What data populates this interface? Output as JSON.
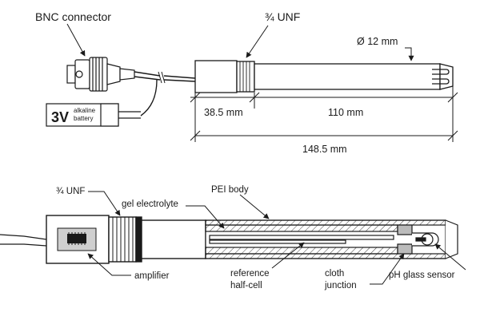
{
  "top": {
    "bnc_label": "BNC connector",
    "thread_label": "¾ UNF",
    "diameter_label": "Ø 12 mm",
    "battery": {
      "voltage": "3V",
      "line1": "alkaline",
      "line2": "battery"
    },
    "dim_cap": "38.5 mm",
    "dim_body": "110 mm",
    "dim_total": "148.5 mm"
  },
  "bottom": {
    "thread_label": "¾ UNF",
    "gel_label": "gel electrolyte",
    "body_label": "PEI body",
    "amplifier_label": "amplifier",
    "reference_line1": "reference",
    "reference_line2": "half-cell",
    "junction_line1": "cloth",
    "junction_line2": "junction",
    "sensor_label": "pH glass sensor"
  }
}
